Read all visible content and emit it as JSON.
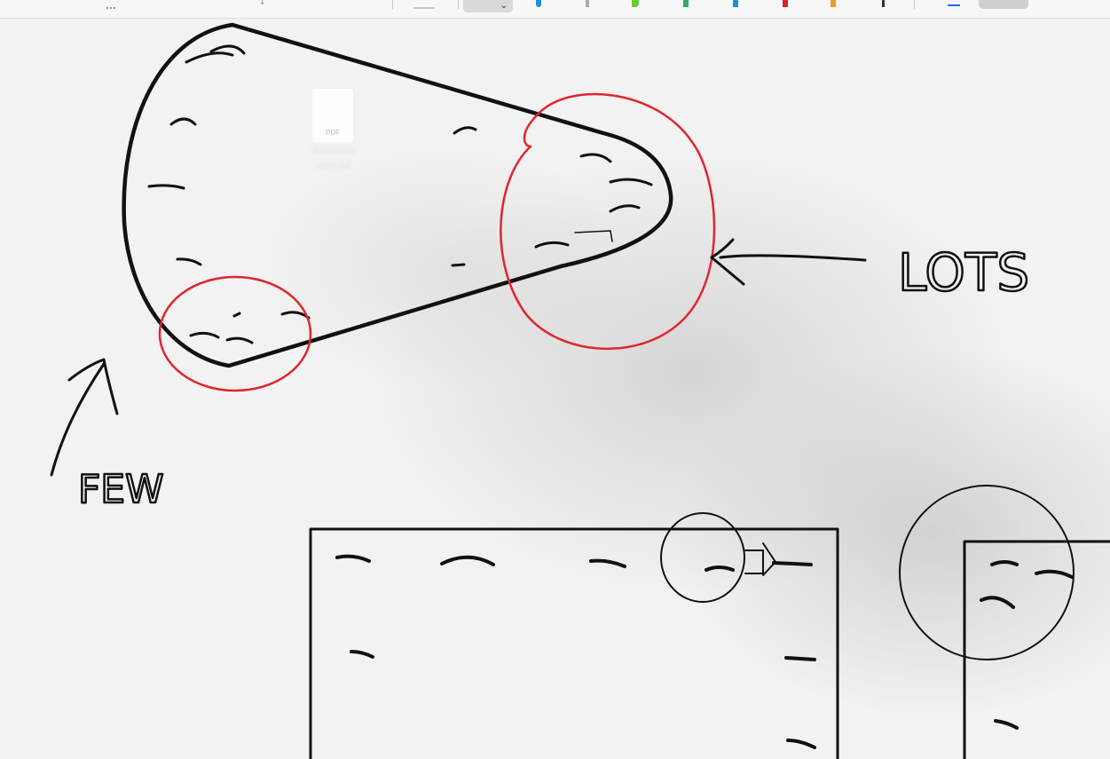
{
  "toolbar": {
    "colors": [
      "#1a8fe3",
      "#aaaaaa",
      "#66cc33",
      "#33aa66",
      "#1a8fe3",
      "#e02020",
      "#e8a020",
      "#333333",
      "#1a6fe3"
    ]
  },
  "desktop": {
    "file": {
      "type_label": "PDF",
      "name_line1": "characters",
      "name_line2": "copy.pdf"
    }
  },
  "drawing": {
    "label_lots": "LOTS",
    "label_few": "FEW",
    "ink_color": "#111111",
    "highlight_color": "#e0252f"
  }
}
